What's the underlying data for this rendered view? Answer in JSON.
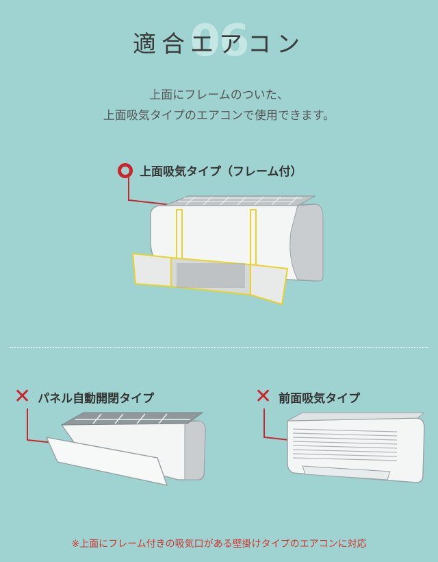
{
  "section": {
    "number": "06",
    "title": "適合エアコン",
    "description": [
      "上面にフレームのついた、",
      "上面吸気タイプのエアコンで使用できます。"
    ]
  },
  "compatible": {
    "label": "上面吸気タイプ（フレーム付）",
    "mark-icon": "circle-icon"
  },
  "incompatible": [
    {
      "label": "パネル自動開閉タイプ",
      "mark-icon": "cross-icon"
    },
    {
      "label": "前面吸気タイプ",
      "mark-icon": "cross-icon"
    }
  ],
  "footnote": "※上面にフレーム付きの吸気口がある壁掛けタイプのエアコンに対応",
  "colors": {
    "background": "#9fd3d1",
    "accent": "#c8252c",
    "highlight": "#f2d531"
  }
}
